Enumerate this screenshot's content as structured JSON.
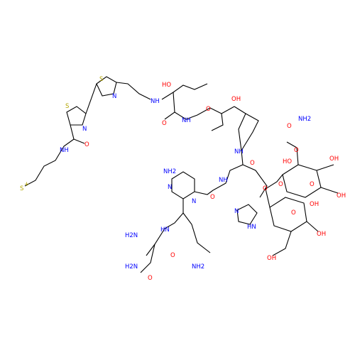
{
  "structure": {
    "labels": {
      "thiazole_S1": "S",
      "thiazole_N1": "N",
      "thiazole_S2": "S",
      "thiazole_N2": "N",
      "amide_NH_top": "NH",
      "OH_top": "HO",
      "NH_left_thr": "NH",
      "OH_mid": "OH",
      "NH_mid": "NH",
      "O_amide_thr": "O",
      "O_amide_thr2": "O",
      "O_amide_main": "O",
      "O_thiazole_amide": "O",
      "NH_thiazole_amide": "NH",
      "S_methyl": "S",
      "S_plus": "+",
      "NH2_pyr": "NH2",
      "N_pyr1": "N",
      "N_pyr2": "N",
      "NH_pyr_amide": "NH",
      "O_pyr_amide": "O",
      "HN_chain": "HN",
      "NH2_chain": "H2N",
      "NH2_amide1": "H2N",
      "O_amide1": "O",
      "O_amide2": "O",
      "NH2_amide2": "NH2",
      "N_imid": "N",
      "NH_imid": "HN",
      "O_ether": "O",
      "O_sugar1": "O",
      "O_sugar2": "O",
      "O_carbamate": "O",
      "O_carbamate2": "O",
      "NH2_carbamate": "NH2",
      "OH_s1": "HO",
      "OH_s2": "OH",
      "OH_s3": "OH",
      "OH_s4": "OH",
      "OH_s5": "OH",
      "OH_s6": "OH",
      "O_link": "O"
    }
  }
}
